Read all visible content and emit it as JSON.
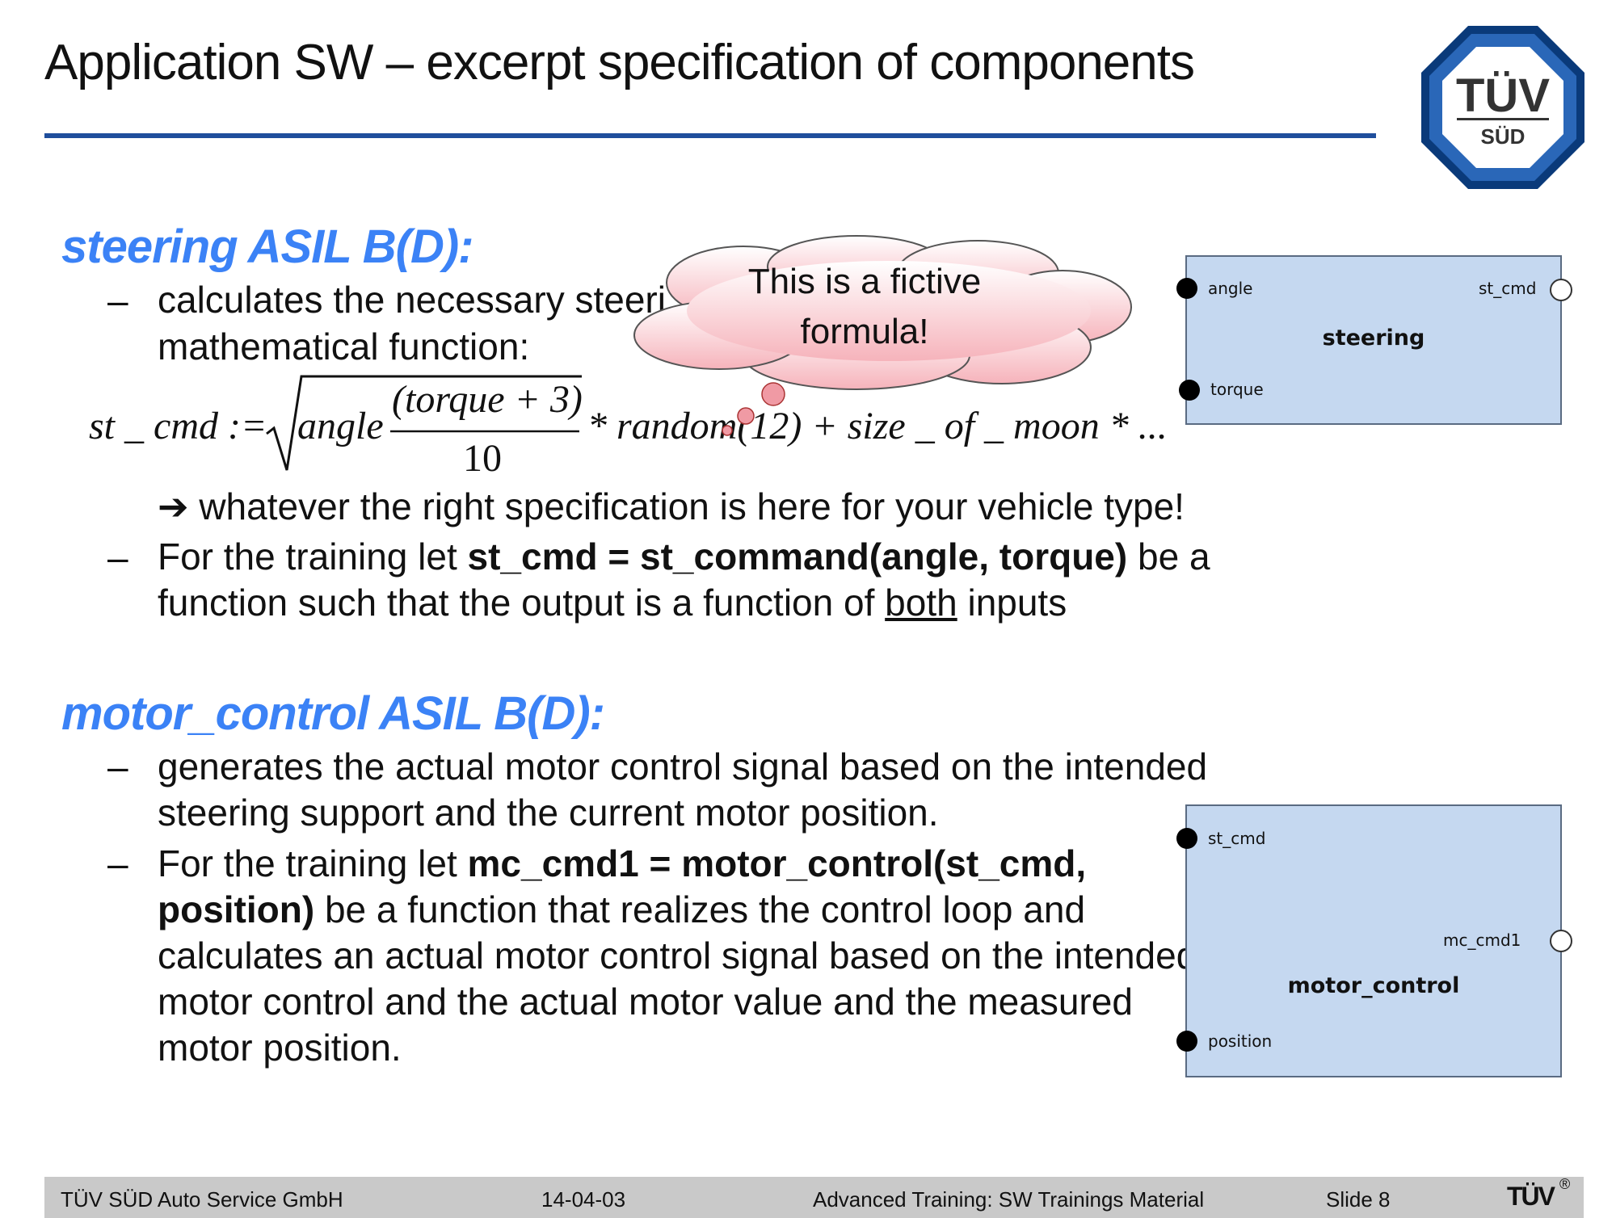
{
  "slide": {
    "title": "Application SW – excerpt specification of components",
    "logo_text_top": "TÜV",
    "logo_text_bottom": "SÜD"
  },
  "steering": {
    "heading": "steering ASIL B(D):",
    "bullet_marker": "–",
    "bullet1_line1": "calculates the necessary steeri",
    "bullet1_line2": "mathematical function:",
    "formula": {
      "lhs": "st _ cmd :=",
      "angle": "angle",
      "numerator": "(torque + 3)",
      "denominator": "10",
      "rest": "* random(12) + size _ of _ moon * ..."
    },
    "arrow": "➔",
    "arrow_text": "whatever the right specification is here for your vehicle type!",
    "bullet2_pre": "For the training let ",
    "bullet2_bold": "st_cmd = st_command(angle, torque)",
    "bullet2_post": " be a",
    "bullet2_line2_pre": "function such that the output is a function of ",
    "bullet2_line2_underline": "both",
    "bullet2_line2_post": " inputs"
  },
  "cloud": {
    "line1": "This is a fictive",
    "line2": "formula!"
  },
  "motor_control": {
    "heading": "motor_control ASIL B(D):",
    "bullet_marker": "–",
    "bullet1_line1": "generates the actual motor control signal based on the intended",
    "bullet1_line2": "steering support and the current motor position.",
    "bullet2_line1_pre": "For the training let ",
    "bullet2_line1_bold": "mc_cmd1 = motor_control(st_cmd,",
    "bullet2_line2_bold": "position)",
    "bullet2_line2_post": " be a function that realizes the control loop and",
    "bullet2_line3": "calculates an actual motor control signal based on the intended",
    "bullet2_line4": "motor control and the actual motor value and the measured",
    "bullet2_line5": "motor position."
  },
  "blocks": {
    "steering": {
      "name": "steering",
      "in1": "angle",
      "in2": "torque",
      "out1": "st_cmd"
    },
    "motor_control": {
      "name": "motor_control",
      "in1": "st_cmd",
      "in2": "position",
      "out1": "mc_cmd1"
    }
  },
  "footer": {
    "company": "TÜV SÜD Auto Service GmbH",
    "date": "14-04-03",
    "course": "Advanced Training: SW Trainings Material",
    "slide": "Slide 8",
    "brand": "TÜV",
    "registered": "®"
  },
  "colors": {
    "heading_blue": "#3b82f6",
    "rule_blue": "#1f4e9c",
    "block_fill": "#c5d8f0",
    "footer_gray": "#c9c9c9",
    "cloud_pink": "#f6c1c6"
  }
}
